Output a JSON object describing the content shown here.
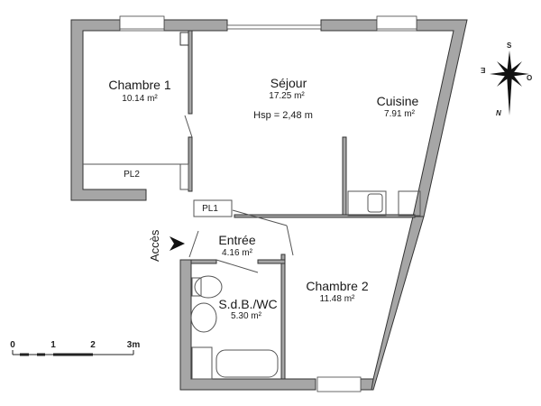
{
  "plan": {
    "rooms": [
      {
        "id": "chambre1",
        "name": "Chambre 1",
        "area": "10.14 m²"
      },
      {
        "id": "sejour",
        "name": "Séjour",
        "area": "17.25 m²",
        "note": "Hsp =  2,48 m"
      },
      {
        "id": "cuisine",
        "name": "Cuisine",
        "area": "7.91 m²"
      },
      {
        "id": "entree",
        "name": "Entrée",
        "area": "4.16 m²"
      },
      {
        "id": "sdb",
        "name": "S.d.B./WC",
        "area": "5.30 m²"
      },
      {
        "id": "chambre2",
        "name": "Chambre 2",
        "area": "11.48 m²"
      }
    ],
    "closets": {
      "pl1": "PL1",
      "pl2": "PL2"
    },
    "access_label": "Accès",
    "compass": {
      "n": "N",
      "s": "S",
      "e": "E",
      "o": "O"
    },
    "scale": {
      "ticks": [
        "0",
        "1",
        "2",
        "3m"
      ]
    },
    "colors": {
      "wall": "#a6a6a6",
      "wall_stroke": "#333333",
      "text": "#1a1a1a"
    }
  }
}
